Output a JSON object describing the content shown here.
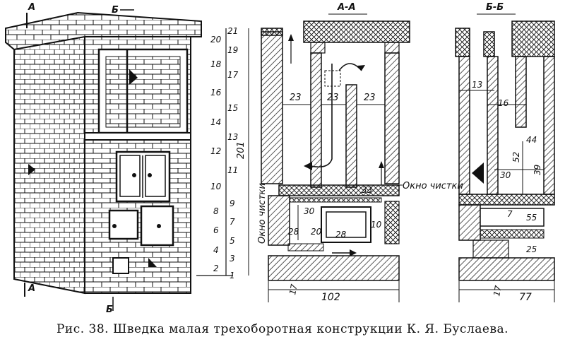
{
  "caption": "Рис. 38. Шведка малая трехоборотная конструкции К. Я. Буслаева.",
  "views": {
    "facade": {
      "section_mark_a": "А",
      "section_mark_b": "Б"
    },
    "section_aa": {
      "title": "А-А"
    },
    "section_bb": {
      "title": "Б-Б"
    }
  },
  "row_numbers_left": [
    "20",
    "18",
    "16",
    "14",
    "12",
    "10",
    "8",
    "6",
    "4",
    "2"
  ],
  "row_numbers_right": [
    "21",
    "19",
    "17",
    "15",
    "13",
    "11",
    "9",
    "7",
    "5",
    "3",
    "1"
  ],
  "dimensions": {
    "height_total": "201",
    "aa_channel_1": "23",
    "aa_channel_2": "23",
    "aa_channel_3": "23",
    "aa_firebox_height": "33",
    "aa_30": "30",
    "aa_28_left": "28",
    "aa_20": "20",
    "aa_28_inner": "28",
    "aa_10": "10",
    "aa_17": "17",
    "aa_width": "102",
    "bb_13": "13",
    "bb_16": "16",
    "bb_44": "44",
    "bb_52": "52",
    "bb_39": "39",
    "bb_30": "30",
    "bb_7": "7",
    "bb_55": "55",
    "bb_25": "25",
    "bb_17": "17",
    "bb_width": "77"
  },
  "labels": {
    "cleanout_window_right": "Окно чистки",
    "cleanout_window_vertical": "Окно чистки"
  }
}
